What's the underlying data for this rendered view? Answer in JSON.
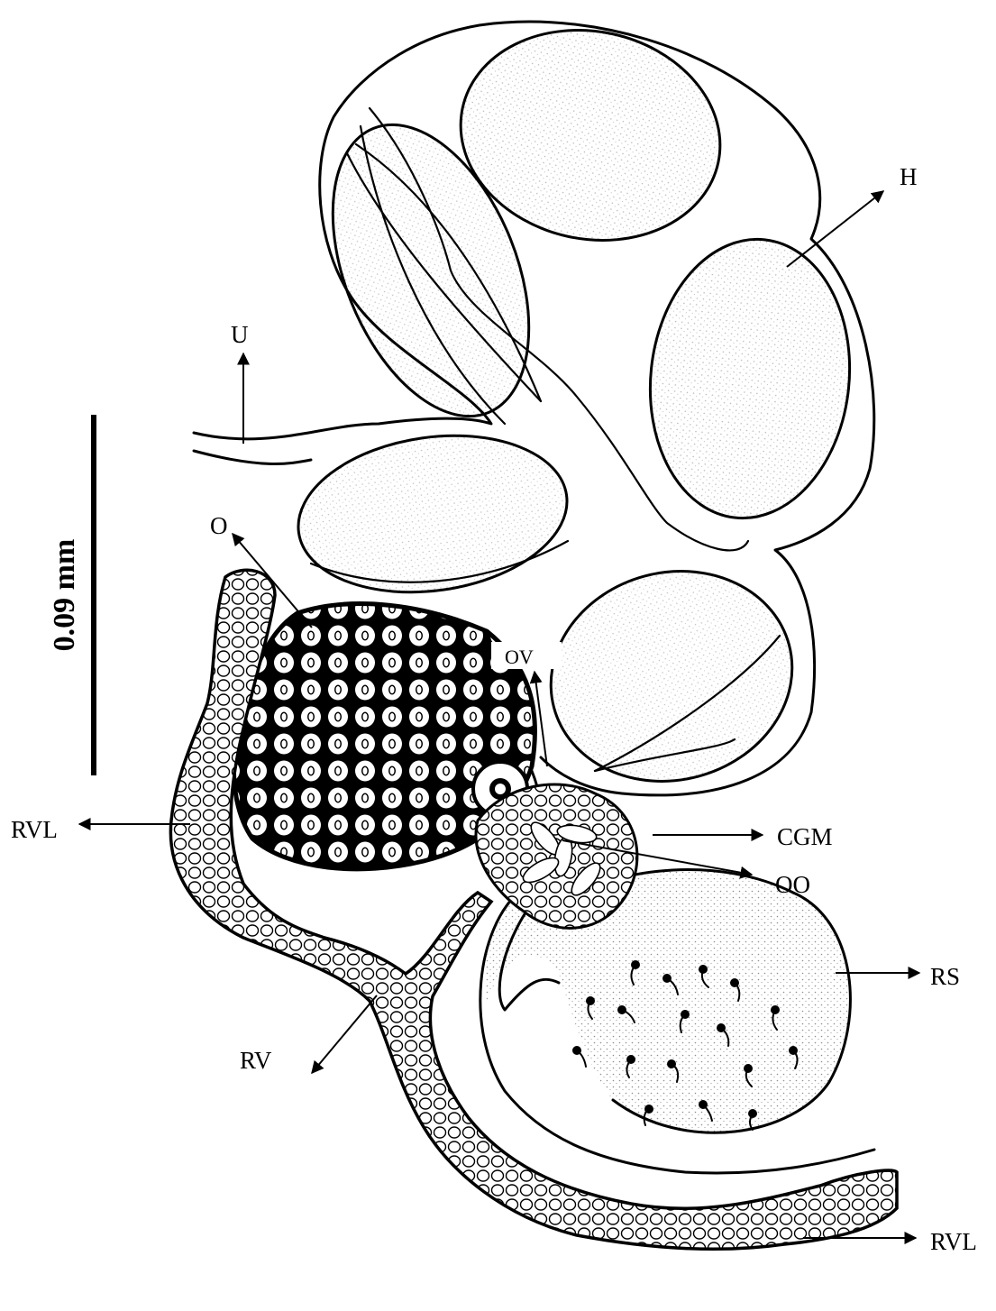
{
  "scale_bar": {
    "label": "0.09 mm"
  },
  "labels": {
    "H": "H",
    "U": "U",
    "O": "O",
    "OV": "OV",
    "RVL_left": "RVL",
    "CGM": "CGM",
    "OO": "OO",
    "RS": "RS",
    "RV": "RV",
    "RVL_bottom": "RVL"
  }
}
